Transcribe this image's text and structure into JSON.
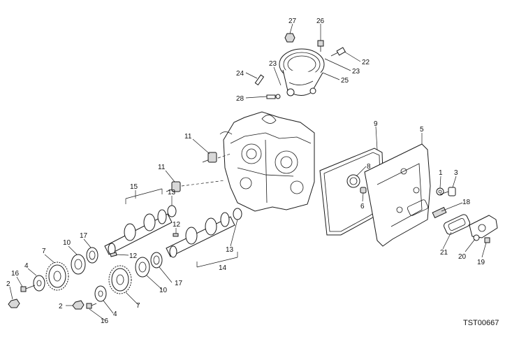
{
  "drawing_code": "TST00667",
  "callouts": [
    {
      "id": "c27",
      "label": "27"
    },
    {
      "id": "c26",
      "label": "26"
    },
    {
      "id": "c22",
      "label": "22"
    },
    {
      "id": "c23a",
      "label": "23"
    },
    {
      "id": "c23b",
      "label": "23"
    },
    {
      "id": "c24",
      "label": "24"
    },
    {
      "id": "c25",
      "label": "25"
    },
    {
      "id": "c28",
      "label": "28"
    },
    {
      "id": "c9",
      "label": "9"
    },
    {
      "id": "c5",
      "label": "5"
    },
    {
      "id": "c11a",
      "label": "11"
    },
    {
      "id": "c11b",
      "label": "11"
    },
    {
      "id": "c8",
      "label": "8"
    },
    {
      "id": "c6",
      "label": "6"
    },
    {
      "id": "c1",
      "label": "1"
    },
    {
      "id": "c3",
      "label": "3"
    },
    {
      "id": "c18",
      "label": "18"
    },
    {
      "id": "c15",
      "label": "15"
    },
    {
      "id": "c13a",
      "label": "13"
    },
    {
      "id": "c13b",
      "label": "13"
    },
    {
      "id": "c12a",
      "label": "12"
    },
    {
      "id": "c12b",
      "label": "12"
    },
    {
      "id": "c17a",
      "label": "17"
    },
    {
      "id": "c17b",
      "label": "17"
    },
    {
      "id": "c10a",
      "label": "10"
    },
    {
      "id": "c10b",
      "label": "10"
    },
    {
      "id": "c7a",
      "label": "7"
    },
    {
      "id": "c7b",
      "label": "7"
    },
    {
      "id": "c16a",
      "label": "16"
    },
    {
      "id": "c16b",
      "label": "16"
    },
    {
      "id": "c4a",
      "label": "4"
    },
    {
      "id": "c4b",
      "label": "4"
    },
    {
      "id": "c2a",
      "label": "2"
    },
    {
      "id": "c2b",
      "label": "2"
    },
    {
      "id": "c14",
      "label": "14"
    },
    {
      "id": "c21",
      "label": "21"
    },
    {
      "id": "c20",
      "label": "20"
    },
    {
      "id": "c19",
      "label": "19"
    }
  ]
}
